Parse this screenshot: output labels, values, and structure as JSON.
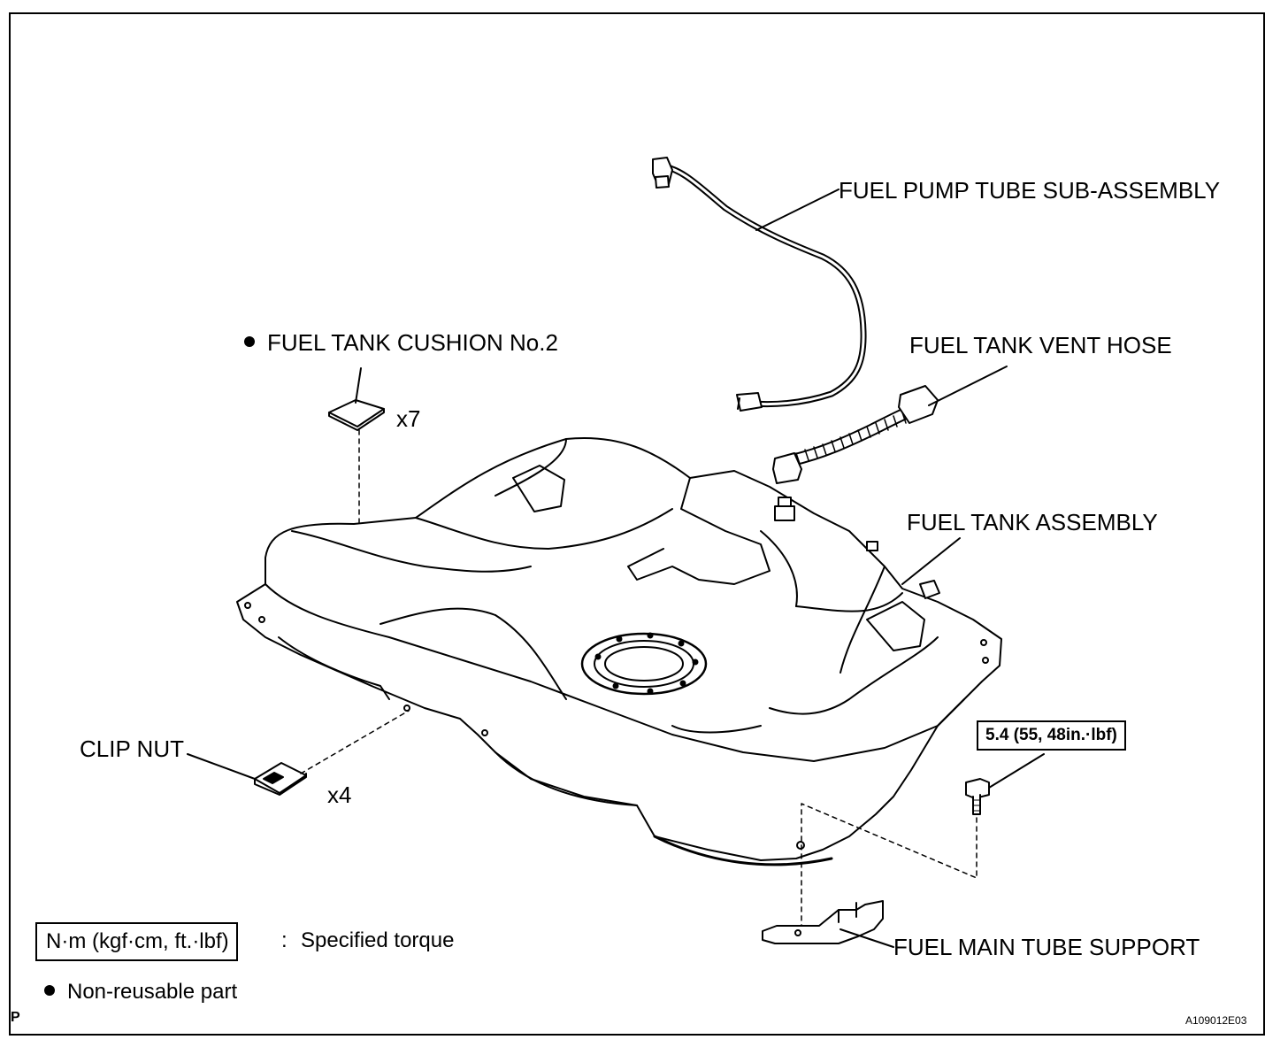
{
  "labels": {
    "fuel_pump_tube": "FUEL PUMP TUBE SUB-ASSEMBLY",
    "fuel_tank_cushion": "FUEL TANK CUSHION No.2",
    "fuel_tank_vent_hose": "FUEL TANK VENT HOSE",
    "fuel_tank_assembly": "FUEL TANK ASSEMBLY",
    "clip_nut": "CLIP NUT",
    "fuel_main_tube_support": "FUEL MAIN TUBE SUPPORT",
    "cushion_qty": "x7",
    "clip_nut_qty": "x4"
  },
  "torque": {
    "bolt_value": "5.4 (55, 48in.·lbf)"
  },
  "legend": {
    "torque_unit": "N·m (kgf·cm, ft.·lbf)",
    "torque_separator": ":",
    "torque_desc": "Specified torque",
    "non_reusable": "Non-reusable part"
  },
  "corner": {
    "left_code": "P",
    "figure_id": "A109012E03"
  }
}
